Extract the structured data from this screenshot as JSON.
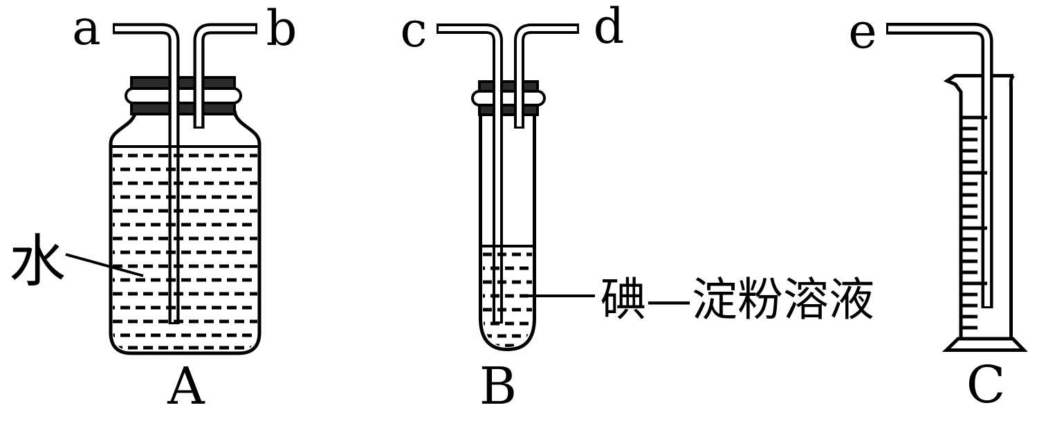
{
  "figure": {
    "background_color": "#ffffff",
    "line_color": "#000000",
    "stopper_color": "#2b2b2b",
    "apparatus_a": {
      "label": "A",
      "type": "gas-washing-bottle",
      "port_left": "a",
      "port_right": "b",
      "content_label": "水"
    },
    "apparatus_b": {
      "label": "B",
      "type": "test-tube",
      "port_left": "c",
      "port_right": "d",
      "content_label": "碘—淀粉溶液"
    },
    "apparatus_c": {
      "label": "C",
      "type": "graduated-cylinder",
      "port": "e"
    }
  }
}
